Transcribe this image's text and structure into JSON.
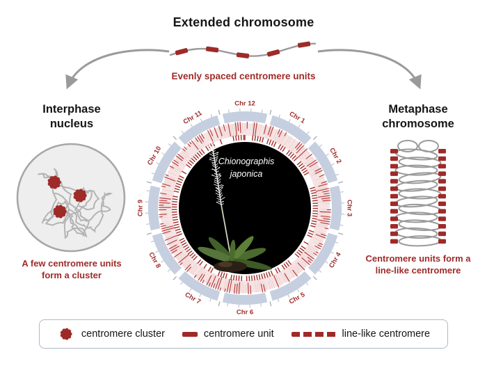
{
  "title": "Extended chromosome",
  "top_caption": "Evenly spaced centromere units",
  "left_panel": {
    "title_line1": "Interphase",
    "title_line2": "nucleus",
    "caption_line1": "A few centromere units",
    "caption_line2": "form a cluster"
  },
  "right_panel": {
    "title_line1": "Metaphase",
    "title_line2": "chromosome",
    "caption_line1": "Centromere units form a",
    "caption_line2": "line-like centromere"
  },
  "center": {
    "species_line1": "Chionographis",
    "species_line2": "japonica",
    "chromosomes": [
      "Chr 1",
      "Chr 2",
      "Chr 3",
      "Chr 4",
      "Chr 5",
      "Chr 6",
      "Chr 7",
      "Chr 8",
      "Chr 9",
      "Chr 10",
      "Chr 11",
      "Chr 12"
    ]
  },
  "legend": {
    "items": [
      {
        "icon": "centromere-cluster-icon",
        "label": "centromere cluster"
      },
      {
        "icon": "centromere-unit-icon",
        "label": "centromere unit"
      },
      {
        "icon": "line-like-centromere-icon",
        "label": "line-like centromere"
      }
    ]
  },
  "colors": {
    "accent_red": "#9e2b28",
    "track_red": "#b23434",
    "gray": "#9a9a9a",
    "ring_blue": "#c5cfdf",
    "label_red": "#9e2b28"
  }
}
